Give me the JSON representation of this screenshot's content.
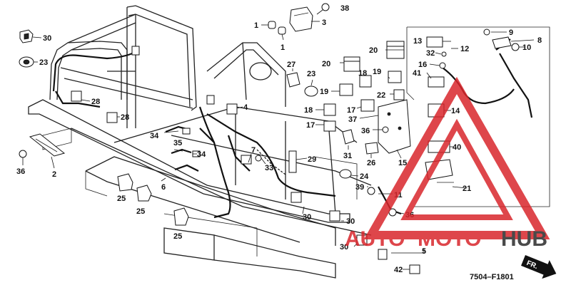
{
  "diagram_code": "7504–F1801",
  "watermark": {
    "brand_part1": "AUTO",
    "brand_part2": "MOTO",
    "brand_part3": "HUB",
    "color_red": "#d9262c",
    "color_dark": "#2b2b2b"
  },
  "direction_badge": "FR.",
  "callouts": [
    {
      "id": "c30a",
      "label": "30"
    },
    {
      "id": "c23",
      "label": "23"
    },
    {
      "id": "c28a",
      "label": "28"
    },
    {
      "id": "c28b",
      "label": "28"
    },
    {
      "id": "c36a",
      "label": "36"
    },
    {
      "id": "c2",
      "label": "2"
    },
    {
      "id": "c34a",
      "label": "34"
    },
    {
      "id": "c35",
      "label": "35"
    },
    {
      "id": "c34b",
      "label": "34"
    },
    {
      "id": "c25a",
      "label": "25"
    },
    {
      "id": "c25b",
      "label": "25"
    },
    {
      "id": "c25c",
      "label": "25"
    },
    {
      "id": "c6",
      "label": "6"
    },
    {
      "id": "c1a",
      "label": "1"
    },
    {
      "id": "c1b",
      "label": "1"
    },
    {
      "id": "c3",
      "label": "3"
    },
    {
      "id": "c38",
      "label": "38"
    },
    {
      "id": "c4",
      "label": "4"
    },
    {
      "id": "c7",
      "label": "7"
    },
    {
      "id": "c33",
      "label": "33"
    },
    {
      "id": "c29",
      "label": "29"
    },
    {
      "id": "c27",
      "label": "27"
    },
    {
      "id": "c23b",
      "label": "23"
    },
    {
      "id": "c20a",
      "label": "20"
    },
    {
      "id": "c19a",
      "label": "19"
    },
    {
      "id": "c18a",
      "label": "18"
    },
    {
      "id": "c19b",
      "label": "19"
    },
    {
      "id": "c22",
      "label": "22"
    },
    {
      "id": "c18b",
      "label": "18"
    },
    {
      "id": "c17a",
      "label": "17"
    },
    {
      "id": "c17b",
      "label": "17"
    },
    {
      "id": "c37",
      "label": "37"
    },
    {
      "id": "c36b",
      "label": "36"
    },
    {
      "id": "c31",
      "label": "31"
    },
    {
      "id": "c26",
      "label": "26"
    },
    {
      "id": "c24",
      "label": "24"
    },
    {
      "id": "c39",
      "label": "39"
    },
    {
      "id": "c11",
      "label": "11"
    },
    {
      "id": "c36c",
      "label": "36"
    },
    {
      "id": "c15",
      "label": "15"
    },
    {
      "id": "c30b",
      "label": "30"
    },
    {
      "id": "c30c",
      "label": "30"
    },
    {
      "id": "c30d",
      "label": "30"
    },
    {
      "id": "c5",
      "label": "5"
    },
    {
      "id": "c42",
      "label": "42"
    },
    {
      "id": "c20b",
      "label": "20"
    },
    {
      "id": "c13",
      "label": "13"
    },
    {
      "id": "c32",
      "label": "32"
    },
    {
      "id": "c16",
      "label": "16"
    },
    {
      "id": "c41",
      "label": "41"
    },
    {
      "id": "c12",
      "label": "12"
    },
    {
      "id": "c9",
      "label": "9"
    },
    {
      "id": "c8",
      "label": "8"
    },
    {
      "id": "c10",
      "label": "10"
    },
    {
      "id": "c14",
      "label": "14"
    },
    {
      "id": "c40",
      "label": "40"
    },
    {
      "id": "c21",
      "label": "21"
    }
  ]
}
